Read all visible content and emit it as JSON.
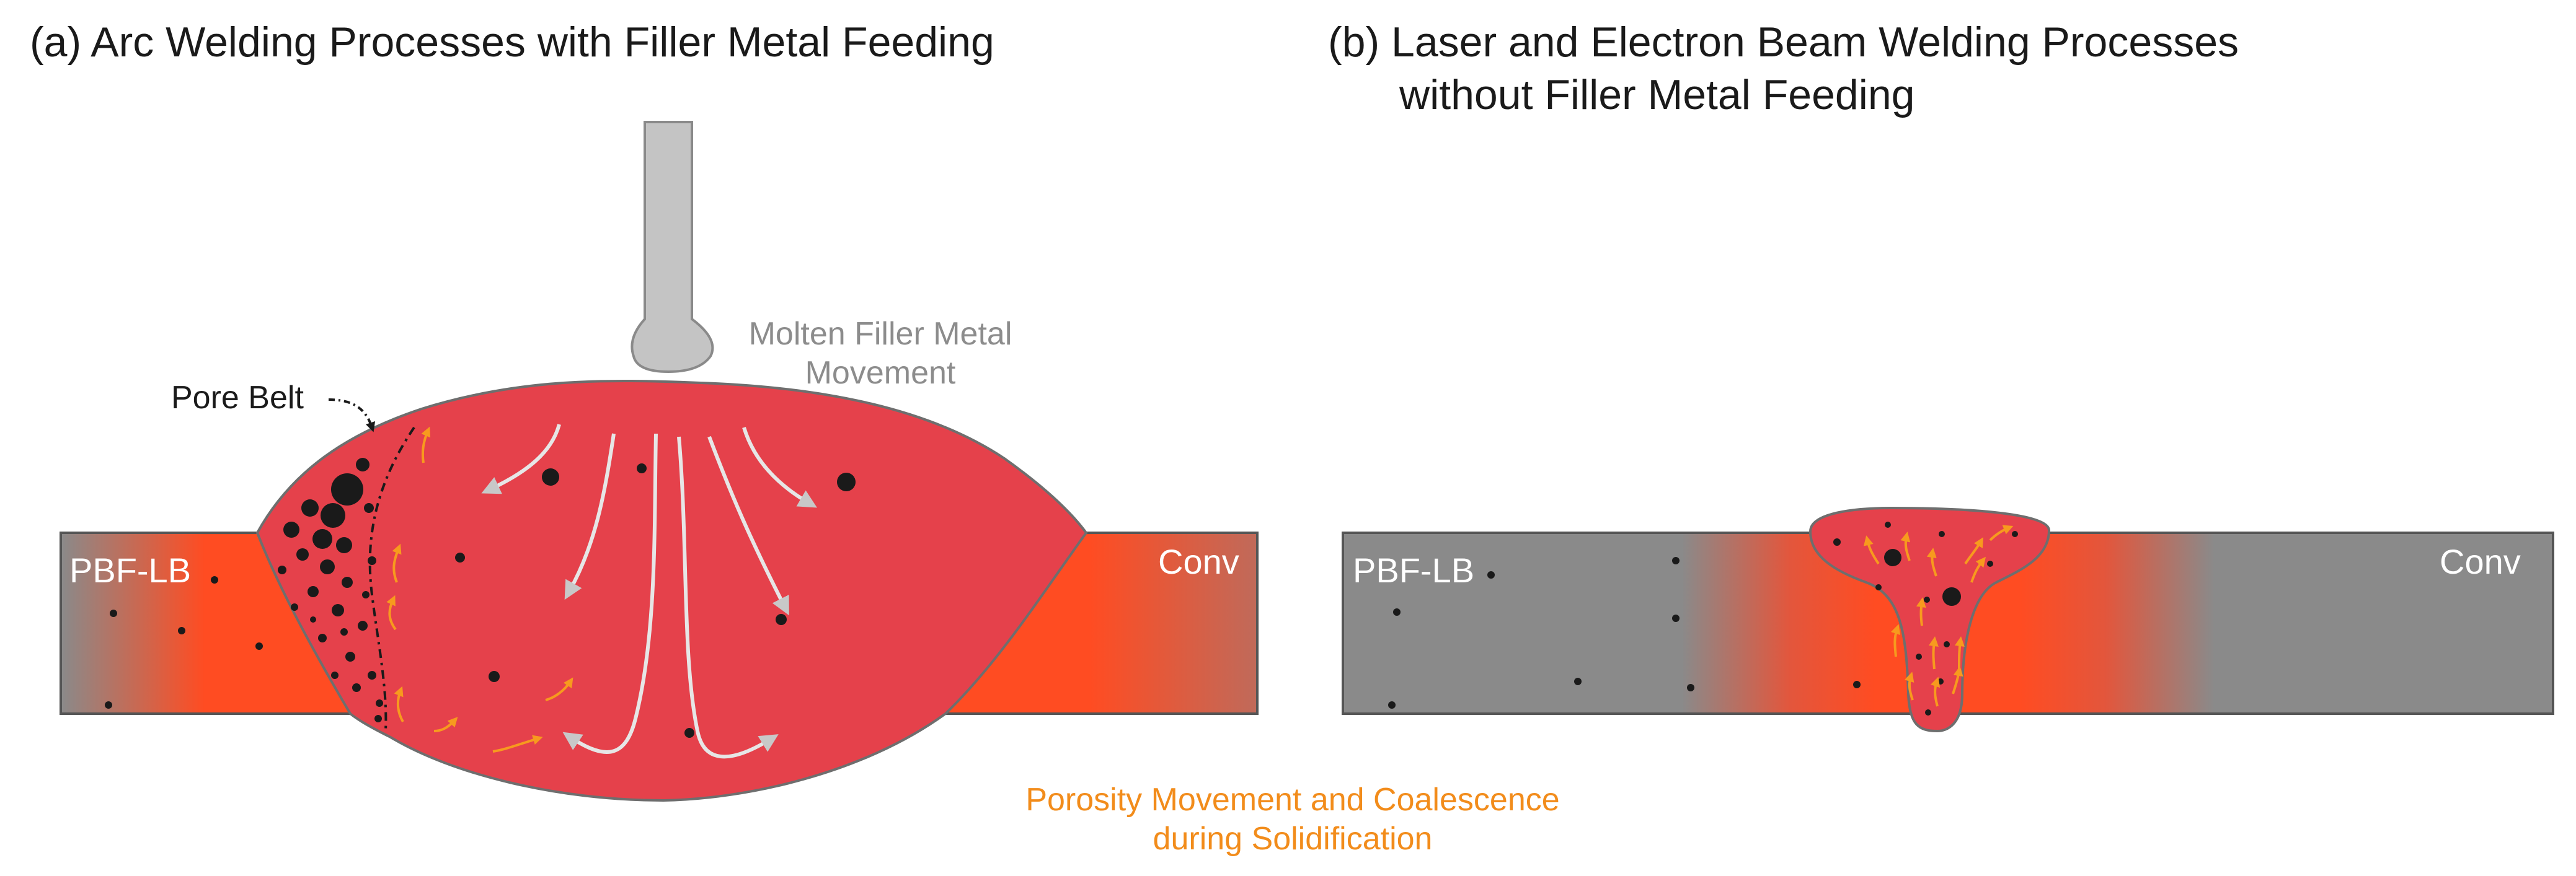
{
  "panel_a": {
    "title": "(a) Arc Welding Processes with Filler Metal Feeding",
    "left_label": "PBF-LB",
    "right_label": "Conv",
    "pore_belt_label": "Pore Belt",
    "filler_label_line1": "Molten Filler Metal",
    "filler_label_line2": "Movement"
  },
  "panel_b": {
    "title_line1": "(b) Laser and Electron Beam Welding Processes",
    "title_line2": "without Filler Metal Feeding",
    "left_label": "PBF-LB",
    "right_label": "Conv"
  },
  "shared": {
    "porosity_label_line1": "Porosity Movement and Coalescence",
    "porosity_label_line2": "during Solidification"
  },
  "colors": {
    "base_metal": "#8a8a8a",
    "heat_zone": "#ff4c22",
    "weld_pool": "#e5414b",
    "electrode": "#c4c4c4",
    "flow_arrow": "#e8e8e8",
    "porosity_arrow": "#f79a1e",
    "pore": "#1a1a1a"
  }
}
